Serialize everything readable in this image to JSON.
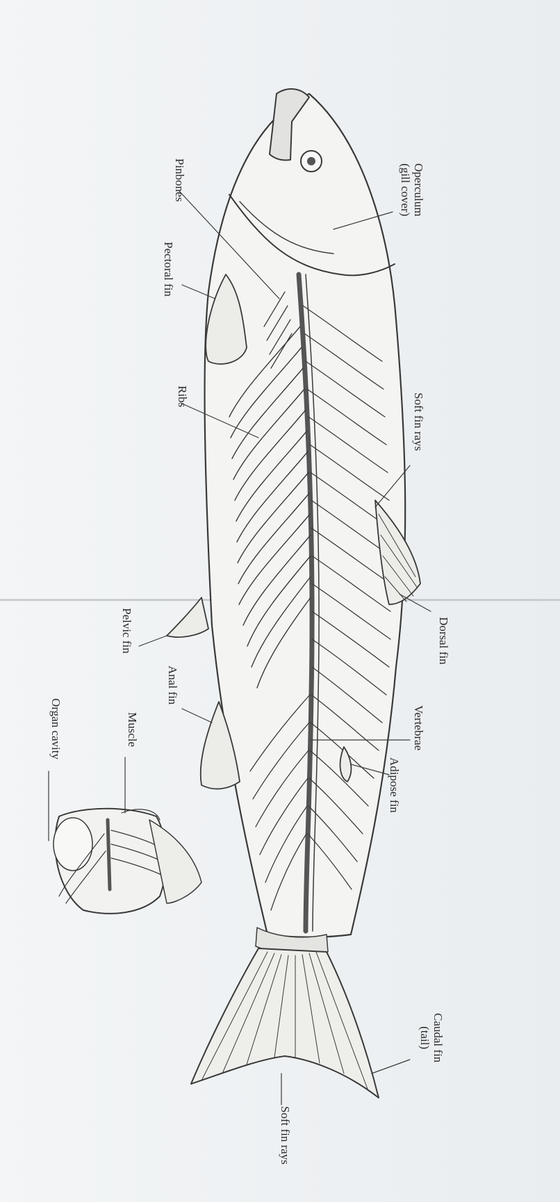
{
  "diagram": {
    "labels": {
      "operculum": "Operculum\n(gill cover)",
      "pinbones": "Pinbones",
      "pectoral_fin": "Pectoral fin",
      "ribs": "Ribs",
      "soft_fin_rays_dorsal": "Soft fin rays",
      "pelvic_fin": "Pelvic fin",
      "dorsal_fin": "Dorsal fin",
      "anal_fin": "Anal fin",
      "vertebrae": "Vertebrae",
      "muscle": "Muscle",
      "organ_cavity": "Organ cavity",
      "adipose_fin": "Adipose fin",
      "caudal_fin": "Caudal fin\n(tail)",
      "soft_fin_rays_tail": "Soft fin rays"
    }
  }
}
